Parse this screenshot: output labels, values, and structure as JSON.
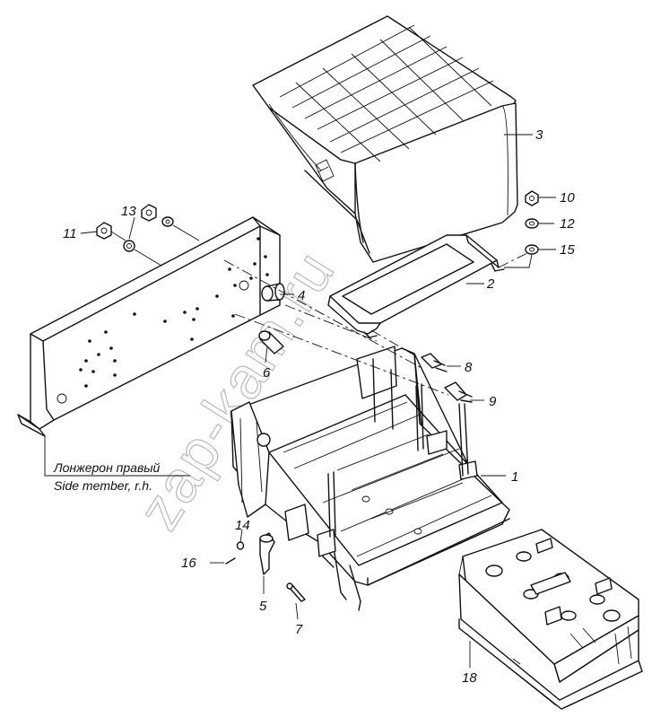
{
  "watermark": "zap-kam.ru",
  "caption": {
    "ru": "Лонжерон правый",
    "en": "Side member, r.h."
  },
  "callouts": [
    {
      "id": "c1",
      "label": "1",
      "part": "battery-carrier"
    },
    {
      "id": "c2",
      "label": "2",
      "part": "clamp-frame"
    },
    {
      "id": "c3",
      "label": "3",
      "part": "battery-cover"
    },
    {
      "id": "c4",
      "label": "4",
      "part": "bushing"
    },
    {
      "id": "c5",
      "label": "5",
      "part": "latch"
    },
    {
      "id": "c6",
      "label": "6",
      "part": "spacer"
    },
    {
      "id": "c7",
      "label": "7",
      "part": "pin"
    },
    {
      "id": "c8",
      "label": "8",
      "part": "bolt"
    },
    {
      "id": "c9",
      "label": "9",
      "part": "bolt"
    },
    {
      "id": "c10",
      "label": "10",
      "part": "nut"
    },
    {
      "id": "c11",
      "label": "11",
      "part": "nut"
    },
    {
      "id": "c12",
      "label": "12",
      "part": "washer"
    },
    {
      "id": "c13",
      "label": "13",
      "part": "washer"
    },
    {
      "id": "c14",
      "label": "14",
      "part": "washer"
    },
    {
      "id": "c15",
      "label": "15",
      "part": "washer"
    },
    {
      "id": "c16",
      "label": "16",
      "part": "cotter-pin"
    },
    {
      "id": "c18",
      "label": "18",
      "part": "battery"
    }
  ]
}
